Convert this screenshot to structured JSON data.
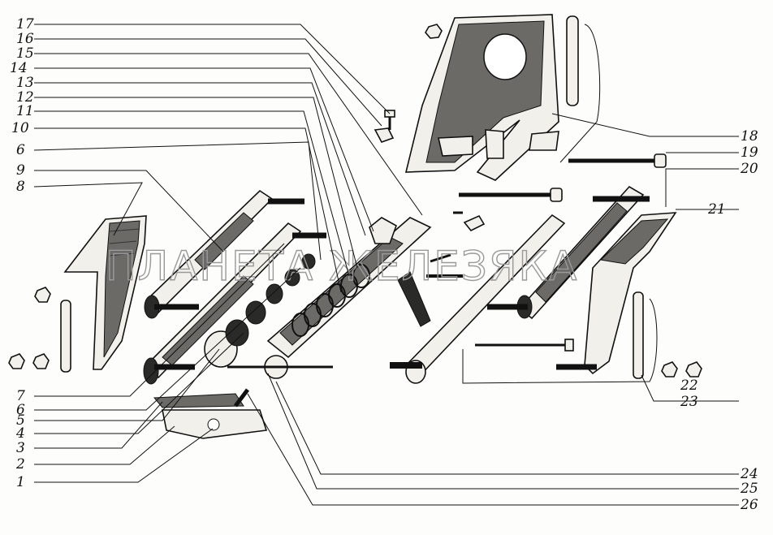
{
  "watermark": "ПЛАНЕТА ЖЕЛЕЗЯКА",
  "callouts": {
    "left": [
      "17",
      "16",
      "15",
      "14",
      "13",
      "12",
      "11",
      "10",
      "6",
      "9",
      "8",
      "7",
      "6",
      "5",
      "4",
      "3",
      "2",
      "1"
    ],
    "right": [
      "18",
      "19",
      "20",
      "21",
      "22",
      "23",
      "24",
      "25",
      "26"
    ]
  },
  "colors": {
    "ink": "#111111",
    "paper": "#fdfdfb",
    "shade": "#6b6a66"
  }
}
